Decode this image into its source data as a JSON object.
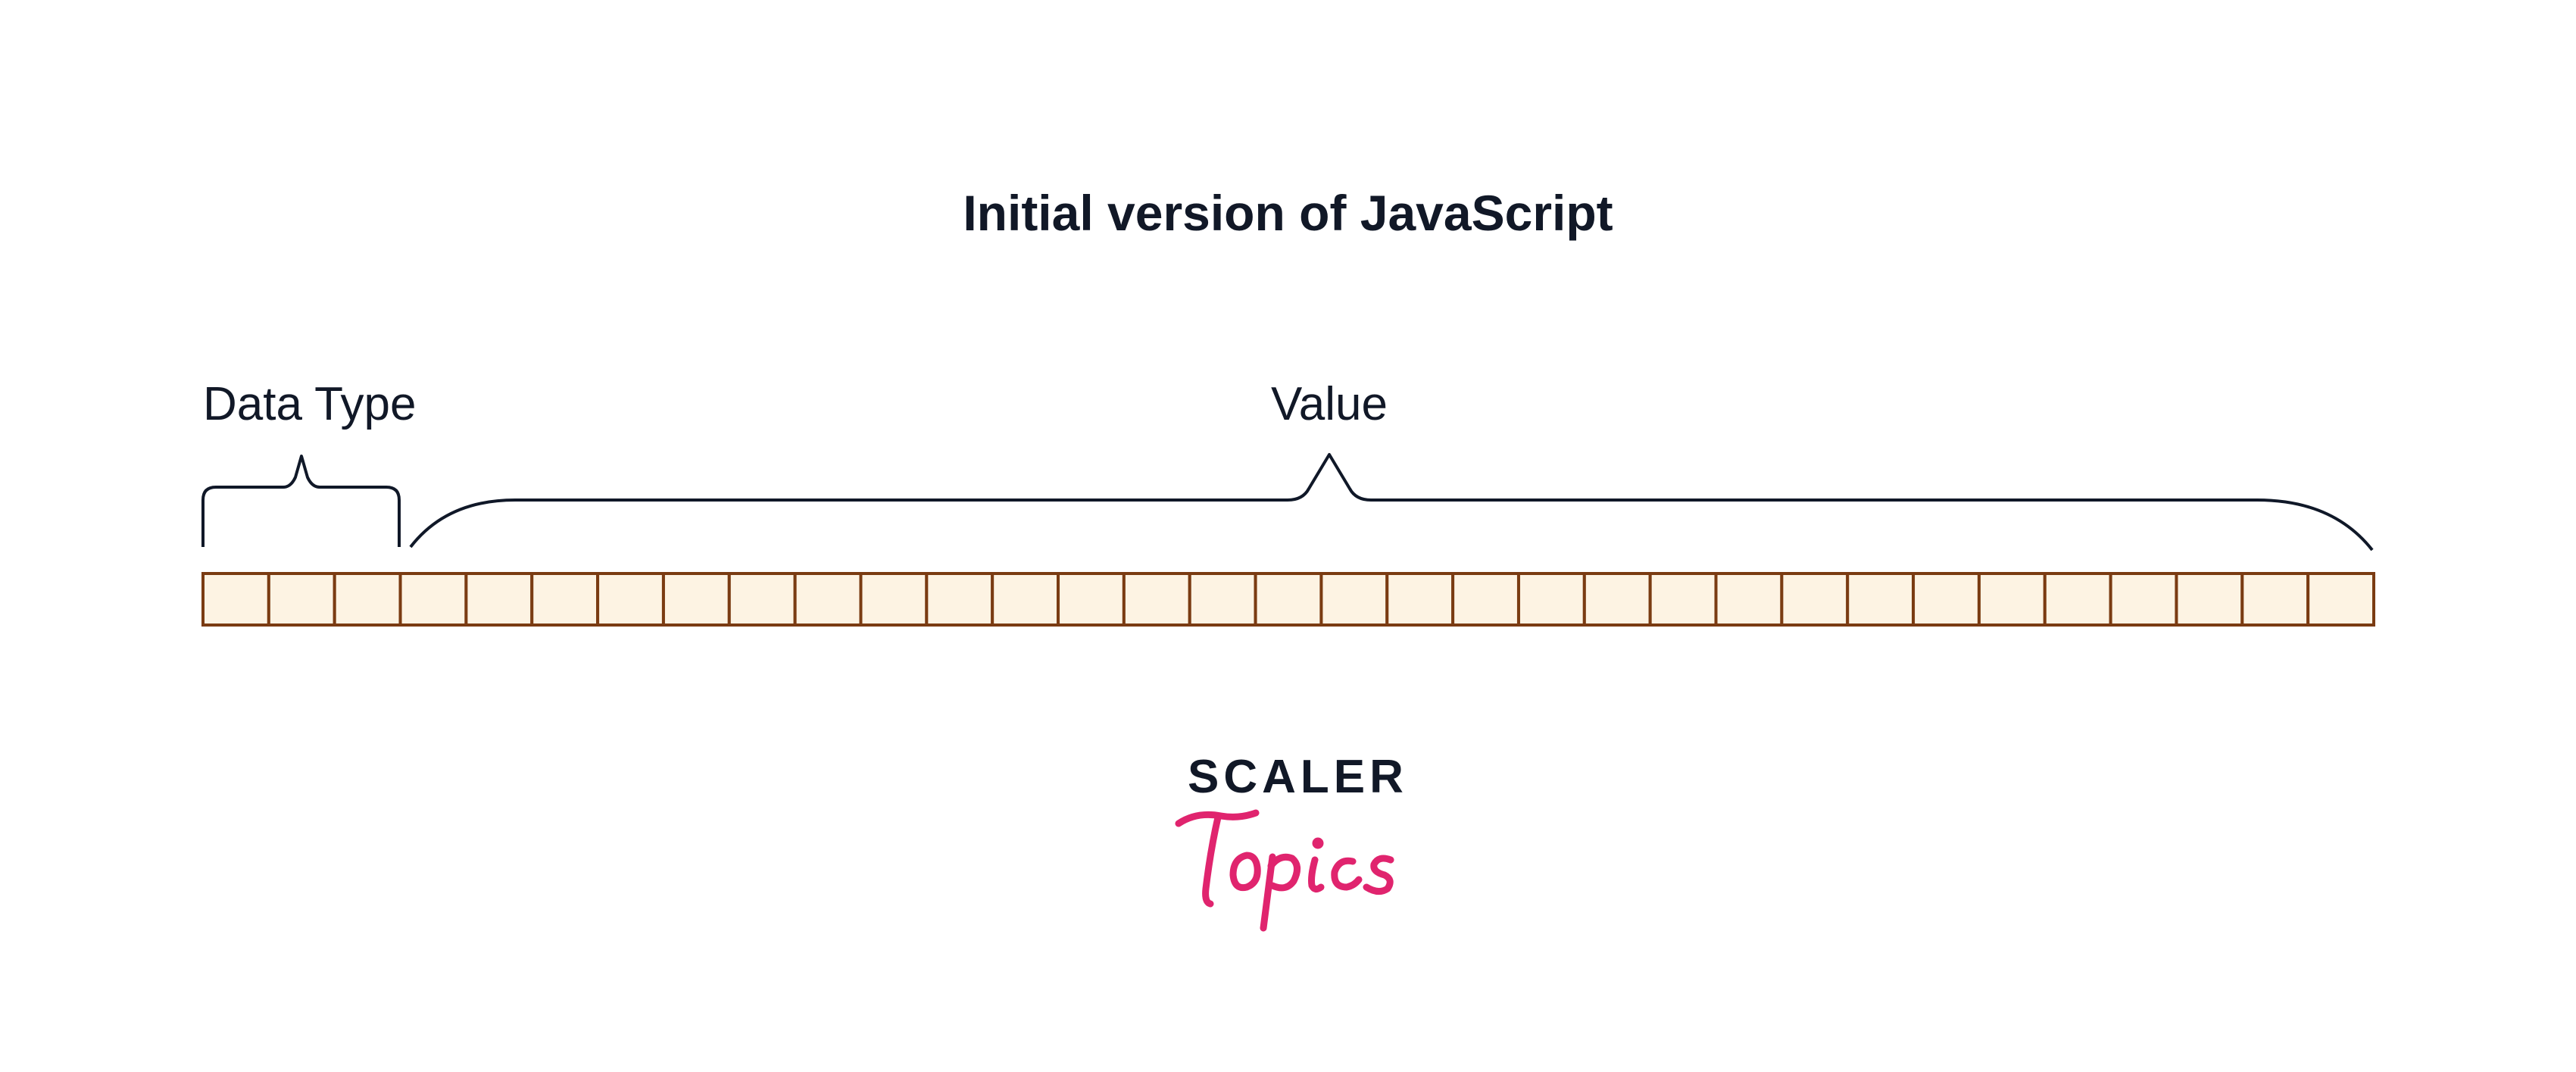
{
  "diagram": {
    "title": "Initial version of JavaScript",
    "labels": {
      "data_type": "Data Type",
      "value": "Value"
    },
    "bits": {
      "total": 33,
      "data_type_count": 3
    },
    "colors": {
      "cell_fill": "#fdf3e3",
      "cell_border": "#7a3b12",
      "brace": "#101828",
      "text": "#111827"
    }
  },
  "logo": {
    "brand": "SCALER",
    "sub": "Topics",
    "sub_color": "#e0246e"
  }
}
